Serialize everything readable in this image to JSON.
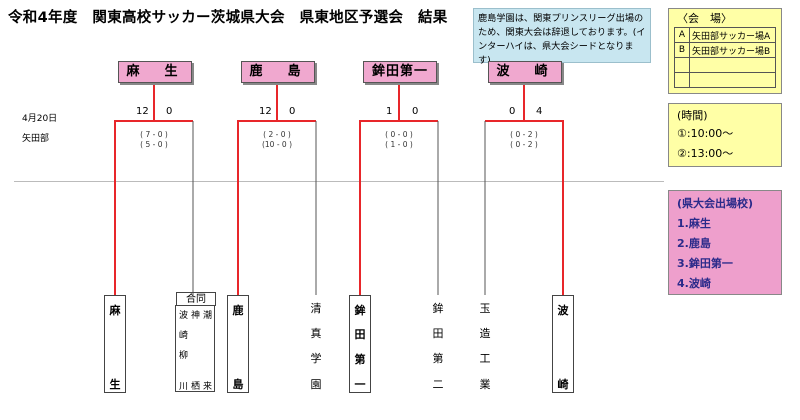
{
  "title": "令和4年度　関東高校サッカー茨城県大会　県東地区予選会　結果",
  "note": "鹿島学園は、関東プリンスリーグ出場のため、関東大会は辞退しております。(インターハイは、県大会シードとなります)",
  "venue": {
    "heading": "〈会　場〉",
    "rows": [
      {
        "key": "A",
        "name": "矢田部サッカー場A"
      },
      {
        "key": "B",
        "name": "矢田部サッカー場B"
      },
      {
        "key": "",
        "name": ""
      },
      {
        "key": "",
        "name": ""
      }
    ]
  },
  "time": {
    "heading": "(時間)",
    "slots": [
      "①:10:00～",
      "②:13:00～"
    ]
  },
  "qualifiers": {
    "heading": "(県大会出場校)",
    "teams": [
      "1.麻生",
      "2.鹿島",
      "3.鉾田第一",
      "4.波崎"
    ]
  },
  "date": "4月20日",
  "location": "矢田部",
  "matches": [
    {
      "winner": "麻　生",
      "score_left": "12",
      "score_right": "0",
      "detail_1": "( 7 - 0 )",
      "detail_2": "( 5 - 0 )"
    },
    {
      "winner": "鹿　島",
      "score_left": "12",
      "score_right": "0",
      "detail_1": "( 2 - 0 )",
      "detail_2": "(10 - 0 )"
    },
    {
      "winner": "鉾田第一",
      "score_left": "1",
      "score_right": "0",
      "detail_1": "( 0 - 0 )",
      "detail_2": "( 1 - 0 )"
    },
    {
      "winner": "波　崎",
      "score_left": "0",
      "score_right": "4",
      "detail_1": "( 0 - 2 )",
      "detail_2": "( 0 - 2 )"
    }
  ],
  "teams": {
    "t1": [
      "麻",
      "生"
    ],
    "t2_heading": "合同",
    "t2_cols": [
      [
        "波",
        "崎",
        "柳",
        "川"
      ],
      [
        "神",
        "栖"
      ],
      [
        "潮",
        "来"
      ]
    ],
    "t3": [
      "鹿",
      "島"
    ],
    "t4": [
      "清",
      "真",
      "学",
      "園"
    ],
    "t5": [
      "鉾",
      "田",
      "第",
      "一"
    ],
    "t6": [
      "鉾",
      "田",
      "第",
      "二"
    ],
    "t7": [
      "玉",
      "造",
      "工",
      "業"
    ],
    "t8": [
      "波",
      "崎"
    ]
  },
  "colors": {
    "bracket": "#e8262a",
    "winner_bg": "#f0a8cf",
    "note_bg": "#c8e6f0",
    "venue_bg": "#ffffa6",
    "qual_bg": "#ee9fcc"
  }
}
